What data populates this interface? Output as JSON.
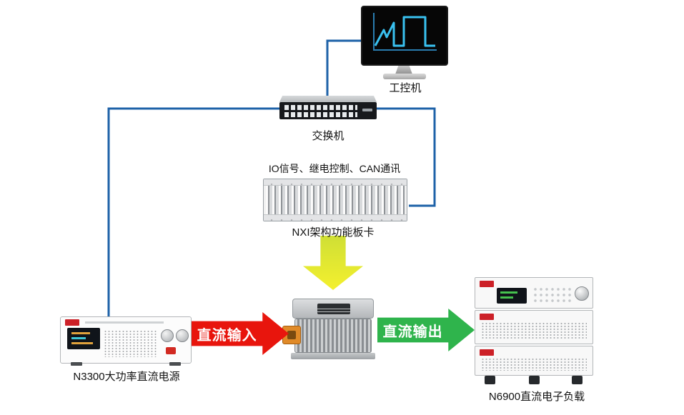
{
  "nodes": {
    "pc": {
      "label": "工控机"
    },
    "switch": {
      "label": "交换机"
    },
    "rack": {
      "label": "NXI架构功能板卡",
      "caption": "IO信号、继电控制、CAN通讯"
    },
    "psu": {
      "label": "N3300大功率直流电源"
    },
    "load": {
      "label": "N6900直流电子负载"
    }
  },
  "arrows": {
    "dc_in": {
      "label": "直流输入",
      "color": "#e8150d"
    },
    "dc_out": {
      "label": "直流输出",
      "color": "#2fb44c"
    },
    "control": {
      "color": "#e9ec35"
    }
  },
  "colors": {
    "connection_line": "#1e62a8",
    "screen_trace": "#39c1f0",
    "brand_red": "#cc2027"
  }
}
